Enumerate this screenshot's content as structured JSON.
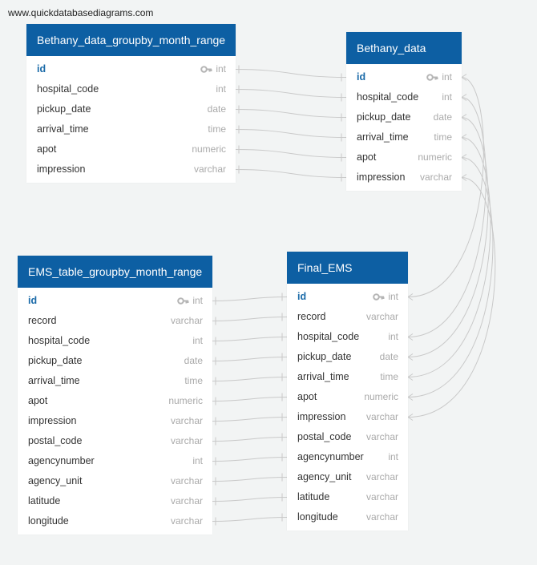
{
  "watermark": "www.quickdatabasediagrams.com",
  "colors": {
    "header": "#0d5fa3",
    "background": "#f2f4f4",
    "link": "#c9c9c9"
  },
  "tables": [
    {
      "id": "t1",
      "name": "Bethany_data_groupby_month_range",
      "fields": [
        {
          "name": "id",
          "type": "int",
          "pk": true
        },
        {
          "name": "hospital_code",
          "type": "int"
        },
        {
          "name": "pickup_date",
          "type": "date"
        },
        {
          "name": "arrival_time",
          "type": "time"
        },
        {
          "name": "apot",
          "type": "numeric"
        },
        {
          "name": "impression",
          "type": "varchar"
        }
      ]
    },
    {
      "id": "t2",
      "name": "Bethany_data",
      "fields": [
        {
          "name": "id",
          "type": "int",
          "pk": true
        },
        {
          "name": "hospital_code",
          "type": "int"
        },
        {
          "name": "pickup_date",
          "type": "date"
        },
        {
          "name": "arrival_time",
          "type": "time"
        },
        {
          "name": "apot",
          "type": "numeric"
        },
        {
          "name": "impression",
          "type": "varchar"
        }
      ]
    },
    {
      "id": "t3",
      "name": "EMS_table_groupby_month_range",
      "fields": [
        {
          "name": "id",
          "type": "int",
          "pk": true
        },
        {
          "name": "record",
          "type": "varchar"
        },
        {
          "name": "hospital_code",
          "type": "int"
        },
        {
          "name": "pickup_date",
          "type": "date"
        },
        {
          "name": "arrival_time",
          "type": "time"
        },
        {
          "name": "apot",
          "type": "numeric"
        },
        {
          "name": "impression",
          "type": "varchar"
        },
        {
          "name": "postal_code",
          "type": "varchar"
        },
        {
          "name": "agencynumber",
          "type": "int"
        },
        {
          "name": "agency_unit",
          "type": "varchar"
        },
        {
          "name": "latitude",
          "type": "varchar"
        },
        {
          "name": "longitude",
          "type": "varchar"
        }
      ]
    },
    {
      "id": "t4",
      "name": "Final_EMS",
      "fields": [
        {
          "name": "id",
          "type": "int",
          "pk": true
        },
        {
          "name": "record",
          "type": "varchar"
        },
        {
          "name": "hospital_code",
          "type": "int"
        },
        {
          "name": "pickup_date",
          "type": "date"
        },
        {
          "name": "arrival_time",
          "type": "time"
        },
        {
          "name": "apot",
          "type": "numeric"
        },
        {
          "name": "impression",
          "type": "varchar"
        },
        {
          "name": "postal_code",
          "type": "varchar"
        },
        {
          "name": "agencynumber",
          "type": "int"
        },
        {
          "name": "agency_unit",
          "type": "varchar"
        },
        {
          "name": "latitude",
          "type": "varchar"
        },
        {
          "name": "longitude",
          "type": "varchar"
        }
      ]
    }
  ],
  "relations": [
    {
      "from": "t1",
      "to": "t2",
      "fields": [
        0,
        1,
        2,
        3,
        4,
        5
      ],
      "style": "straight"
    },
    {
      "from": "t3",
      "to": "t4",
      "fields": [
        0,
        1,
        2,
        3,
        4,
        5,
        6,
        7,
        8,
        9,
        10,
        11
      ],
      "style": "straight"
    },
    {
      "from": "t2",
      "to": "t4",
      "pairs": [
        [
          0,
          0
        ],
        [
          1,
          2
        ],
        [
          2,
          3
        ],
        [
          3,
          4
        ],
        [
          4,
          5
        ],
        [
          5,
          6
        ]
      ],
      "style": "loop"
    }
  ]
}
